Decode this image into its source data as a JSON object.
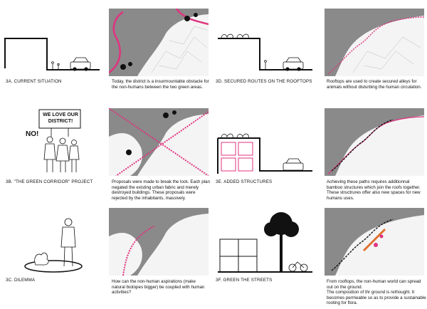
{
  "captions": {
    "a": "3a. CURRENT SITUATION",
    "b": "3b. \"THE GREEN CORRIDOR\" PROJECT",
    "c": "3c. DILEMMA",
    "d": "3d. SECURED ROUTES ON THE ROOFTOPS",
    "e": "3e. ADDED STRUCTURES",
    "f": "3f. GREEN THE STREETS"
  },
  "descriptions": {
    "a": "Today, the district is a insurmountable obstacle for the non-humans between the two green areas.",
    "b": "Proposals were made to break the lock. Each plan negated the existing urban fabric and merely destroyed buildings. These proposals were rejected by the inhabitants, massively.",
    "c": "How can the non-human aspirations (make natural biotopes bigger) be coupled with human activities?",
    "d": "Rooftops are used to create secured alleys for animals without disturbing the human circulation.",
    "e": "Achieving these paths requires additionnal bamboo structures which join the roofs together. These structrures offer also new spaces for new humans uses.",
    "f": "From rooftops, the non-human world can spread out on the ground.\nThe composition of thr ground is rethought. It becomes permeable so as to provide a sustainable rooting for flora."
  },
  "protest": {
    "sign_line1": "WE LOVE OUR",
    "sign_line2": "DISTRICT!",
    "no_text": "NO!"
  },
  "colors": {
    "accent_magenta": "#e0337f",
    "map_grey": "#8a8a8a",
    "block_white": "#f4f4f4",
    "line_black": "#111111",
    "path_orange": "#e0702f"
  }
}
